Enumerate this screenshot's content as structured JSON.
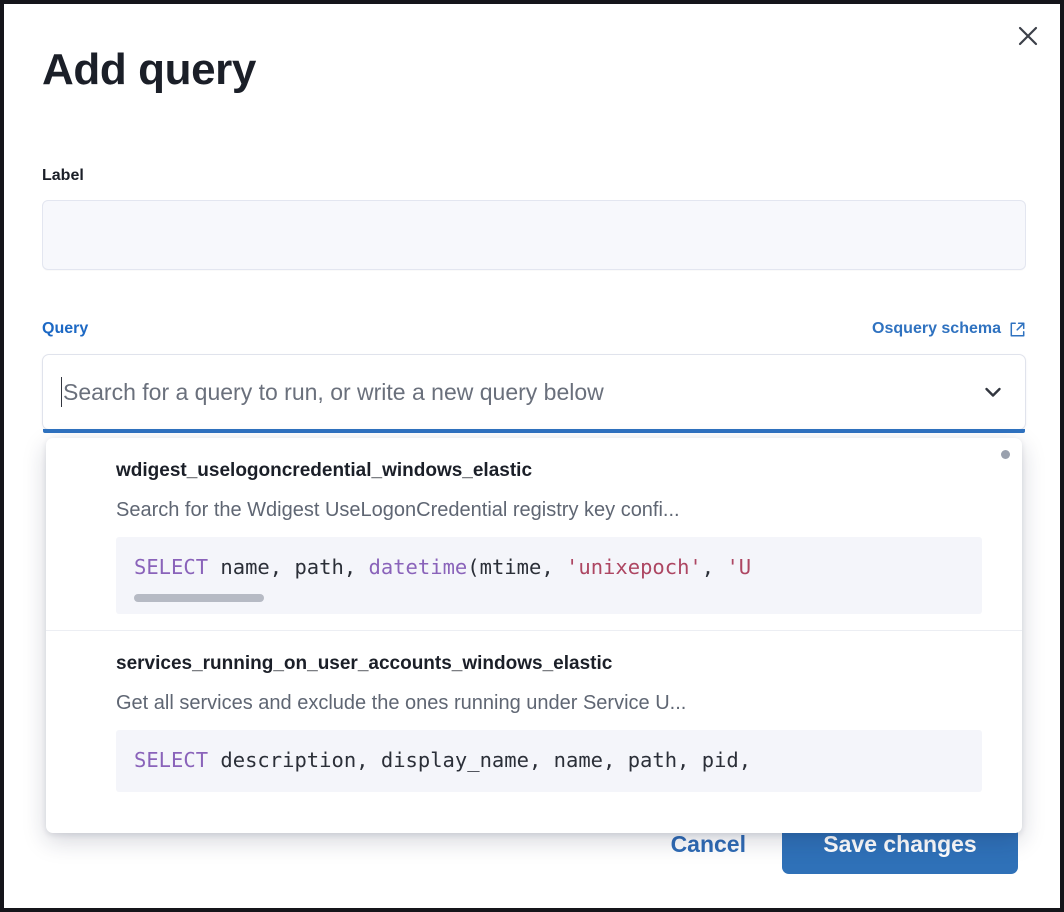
{
  "dialog": {
    "title": "Add query",
    "close_icon": "close-icon"
  },
  "label_field": {
    "label": "Label",
    "value": "",
    "placeholder": ""
  },
  "query_field": {
    "label": "Query",
    "schema_link": "Osquery schema",
    "schema_link_icon": "external-link-icon",
    "combo_value": "",
    "combo_placeholder": "Search for a query to run, or write a new query below",
    "chevron_icon": "chevron-down-icon"
  },
  "dropdown": {
    "options": [
      {
        "title": "wdigest_uselogoncredential_windows_elastic",
        "description": "Search for the Wdigest UseLogonCredential registry key confi...",
        "code_tokens": [
          {
            "t": "SELECT",
            "c": "kw"
          },
          {
            "t": " name, path, ",
            "c": "txt"
          },
          {
            "t": "datetime",
            "c": "fn"
          },
          {
            "t": "(mtime, ",
            "c": "txt"
          },
          {
            "t": "'unixepoch'",
            "c": "str"
          },
          {
            "t": ", ",
            "c": "txt"
          },
          {
            "t": "'U",
            "c": "str"
          }
        ],
        "has_code_scrollbar": true
      },
      {
        "title": "services_running_on_user_accounts_windows_elastic",
        "description": "Get all services and exclude the ones running under Service U...",
        "code_tokens": [
          {
            "t": "SELECT",
            "c": "kw"
          },
          {
            "t": " description, display_name, name, path, pid,",
            "c": "txt"
          }
        ],
        "has_code_scrollbar": false
      }
    ]
  },
  "footer": {
    "cancel_label": "Cancel",
    "save_label": "Save changes"
  },
  "colors": {
    "accent_blue": "#2f72c0",
    "save_button": "#2f71b8",
    "keyword_purple": "#8a63ba",
    "string_crimson": "#ad4662",
    "text_dark": "#1b1f28",
    "muted_text": "#5f6673"
  }
}
